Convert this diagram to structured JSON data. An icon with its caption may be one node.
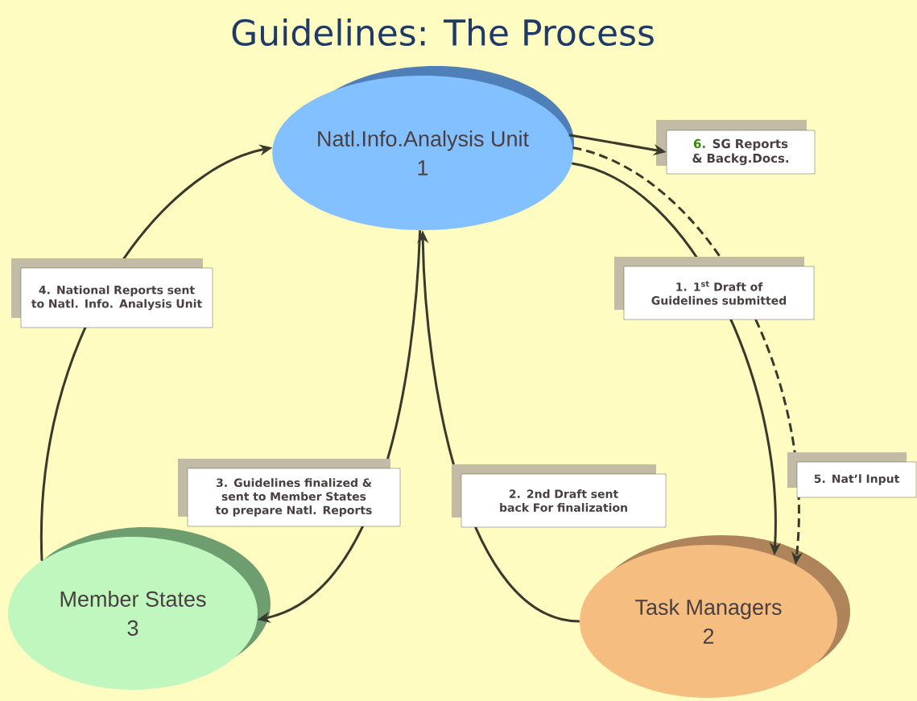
{
  "diagram": {
    "title": "Guidelines: The Process",
    "nodes": [
      {
        "text": [
          "Natl.Info.Analysis Unit",
          "1"
        ]
      },
      {
        "text": [
          "Task Managers",
          "2"
        ]
      },
      {
        "text": [
          "Member States",
          "3"
        ]
      },
      {
        "text": [
          "6.",
          "SG Reports & Backg.Docs."
        ]
      }
    ],
    "edges": [
      {
        "from": 0,
        "to": 1,
        "arrow": "to",
        "label": "1. 1$^{st}$ Draft of Guidelines submitted"
      },
      {
        "from": 1,
        "to": 0,
        "arrow": "to",
        "label": "2. 2nd Draft sent back For finalization"
      },
      {
        "from": 0,
        "to": 2,
        "arrow": "to",
        "label": "3. Guidelines finalized & sent to Member States to prepare Natl. Reports"
      },
      {
        "from": 2,
        "to": 0,
        "arrow": "to",
        "label": "4. National Reports sent to Natl. Info. Analysis Unit"
      },
      {
        "from": 0,
        "to": 1,
        "arrow": "to",
        "style": "dashed",
        "label": "5. Nat’l Input"
      },
      {
        "from": 0,
        "to": 3,
        "arrow": "to"
      }
    ]
  }
}
